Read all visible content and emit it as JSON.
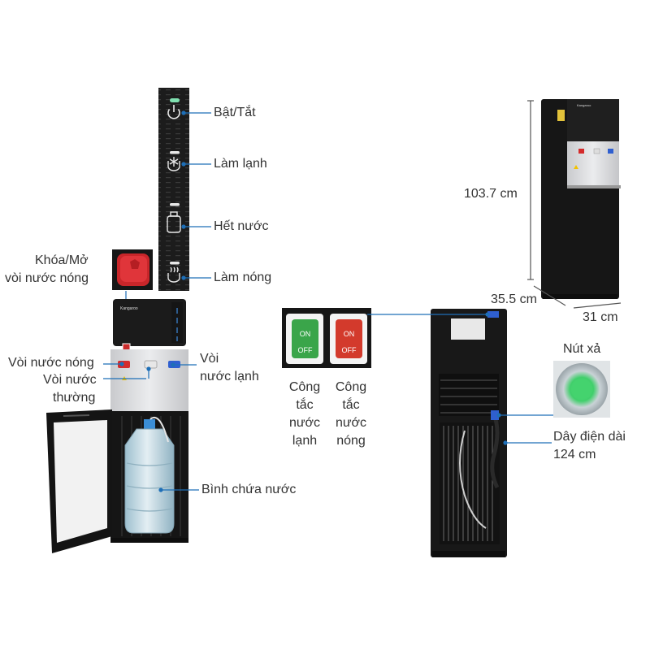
{
  "labels": {
    "power": "Bật/Tắt",
    "cooling": "Làm lạnh",
    "out_of_water": "Hết nước",
    "heating": "Làm nóng",
    "hot_lock_line1": "Khóa/Mở",
    "hot_lock_line2": "vòi nước nóng",
    "hot_tap": "Vòi nước nóng",
    "normal_tap_line1": "Vòi nước",
    "normal_tap_line2": "thường",
    "cold_tap_line1": "Vòi",
    "cold_tap_line2": "nước lạnh",
    "bottle": "Bình chứa nước",
    "cold_switch": [
      "Công",
      "tắc",
      "nước",
      "lạnh"
    ],
    "hot_switch": [
      "Công",
      "tắc",
      "nước",
      "nóng"
    ],
    "drain_button": "Nút xả",
    "power_cord_line1": "Dây điện dài",
    "power_cord_line2": "124 cm"
  },
  "switch_text": {
    "on": "ON",
    "off": "OFF"
  },
  "dimensions": {
    "height": "103.7 cm",
    "depth": "35.5 cm",
    "width": "31 cm"
  },
  "colors": {
    "callout_line": "#1e6fb7",
    "panel_black": "#1a1a1a",
    "silver": "#d9dade",
    "hot_red": "#d42b2b",
    "cold_blue": "#2f5fd0",
    "switch_green": "#3aa54a",
    "switch_red": "#d33a2c"
  },
  "icons": [
    "power-icon",
    "snowflake-icon",
    "bottle-icon",
    "steam-icon"
  ]
}
